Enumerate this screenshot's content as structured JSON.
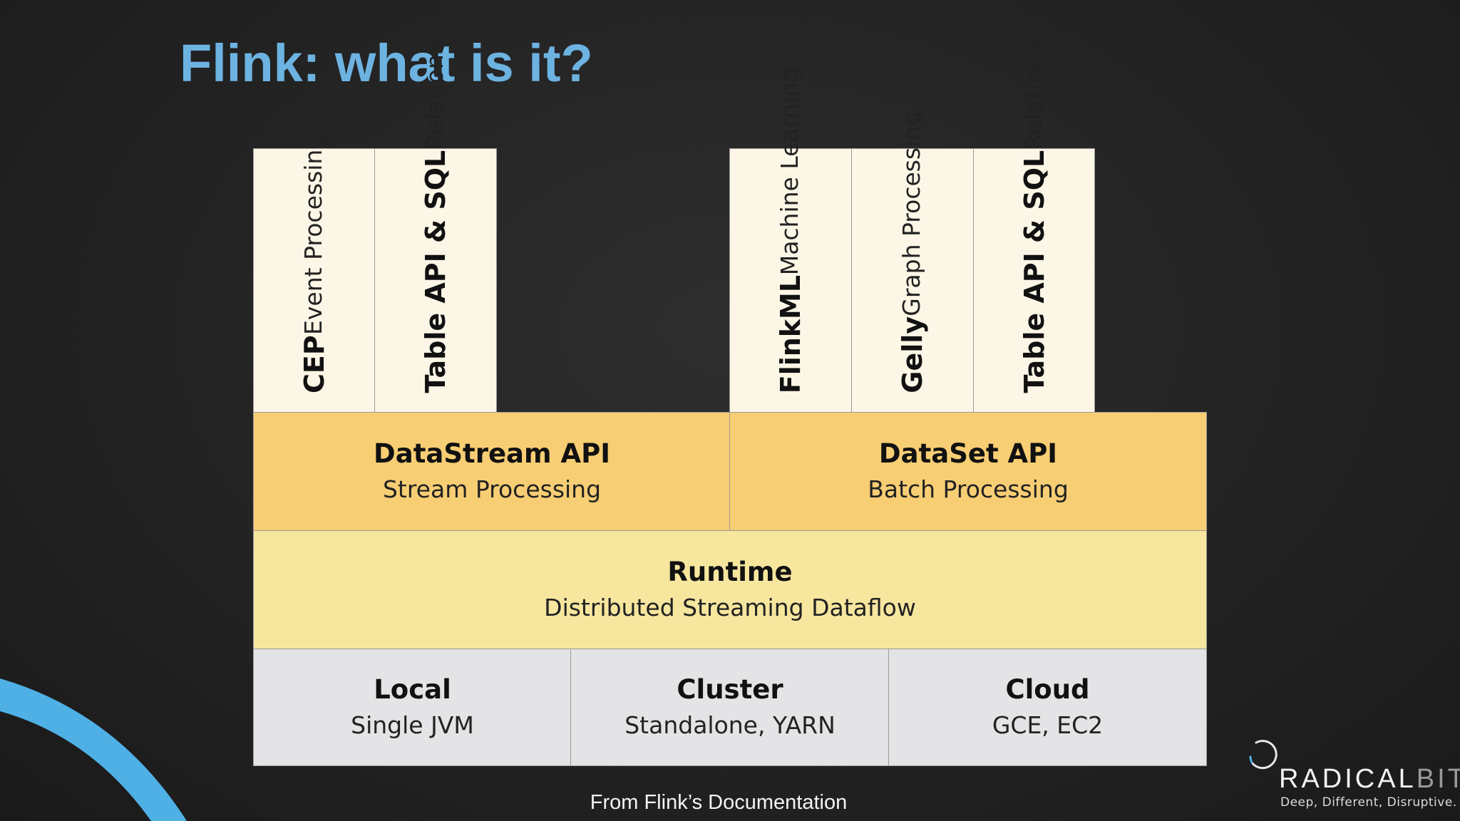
{
  "slide": {
    "title": "Flink: what is it?"
  },
  "libraries": [
    {
      "name": "CEP",
      "sub": "Event Processing"
    },
    {
      "name": "Table API & SQL",
      "sub": "Relational"
    },
    {
      "name": "FlinkML",
      "sub": "Machine Learning"
    },
    {
      "name": "Gelly",
      "sub": "Graph Processing"
    },
    {
      "name": "Table API & SQL",
      "sub": "Relational"
    }
  ],
  "apis": [
    {
      "name": "DataStream API",
      "sub": "Stream Processing"
    },
    {
      "name": "DataSet API",
      "sub": "Batch Processing"
    }
  ],
  "runtime": {
    "name": "Runtime",
    "sub": "Distributed Streaming Dataflow"
  },
  "deploy": [
    {
      "name": "Local",
      "sub": "Single JVM"
    },
    {
      "name": "Cluster",
      "sub": "Standalone, YARN"
    },
    {
      "name": "Cloud",
      "sub": "GCE, EC2"
    }
  ],
  "caption": "From Flink’s Documentation",
  "logo": {
    "word_a": "RADICAL",
    "word_b": "BIT",
    "tagline": "Deep, Different, Disruptive."
  },
  "colors": {
    "title": "#6db3e2",
    "library_box": "#fcf6e6",
    "api_box": "#f8ce74",
    "runtime_box": "#f7e69e",
    "deploy_box": "#e4e4e6",
    "accent_arc": "#4fb0e6"
  }
}
